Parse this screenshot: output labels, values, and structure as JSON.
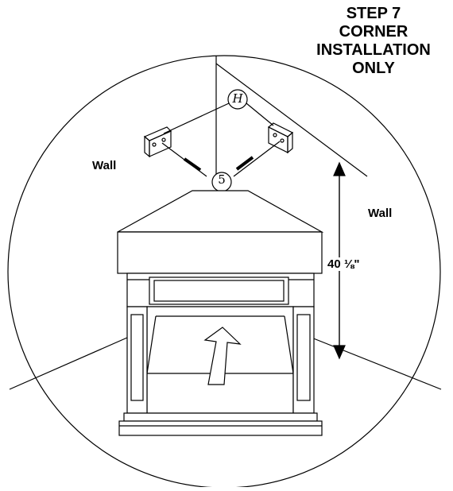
{
  "title": {
    "line1": "STEP 7",
    "line2": "CORNER",
    "line3": "INSTALLATION",
    "line4": "ONLY"
  },
  "labels": {
    "wall_left": "Wall",
    "wall_right": "Wall",
    "dimension": "40 ⅛\""
  },
  "callouts": {
    "bracket": "H",
    "screw": "5"
  },
  "icons": {
    "direction": "push-arrow-icon",
    "dimension": "double-arrow-icon"
  },
  "colors": {
    "line": "#000000",
    "background": "#ffffff"
  }
}
